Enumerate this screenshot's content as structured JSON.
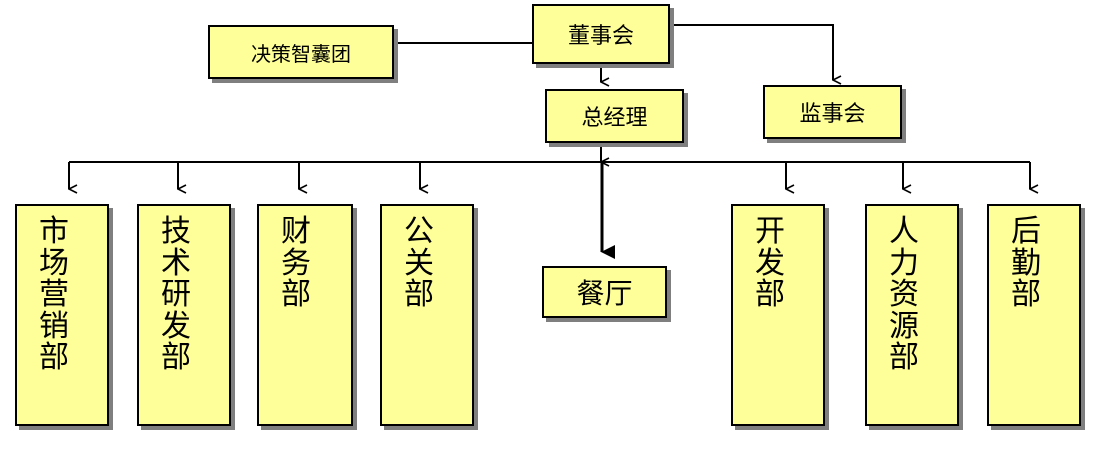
{
  "org_chart": {
    "board": "董事会",
    "think_tank": "决策智囊团",
    "general_manager": "总经理",
    "supervisory_board": "监事会",
    "canteen": "餐厅",
    "departments": [
      {
        "id": "marketing",
        "label": "市场营销部"
      },
      {
        "id": "tech-rd",
        "label": "技术研发部"
      },
      {
        "id": "finance",
        "label": "财务部"
      },
      {
        "id": "public-relations",
        "label": "公关部"
      },
      {
        "id": "development",
        "label": "开发部"
      },
      {
        "id": "human-resources",
        "label": "人力资源部"
      },
      {
        "id": "logistics",
        "label": "后勤部"
      }
    ]
  },
  "colors": {
    "box_fill": "#ffff99",
    "box_border": "#000000",
    "shadow": "#7f7f7f",
    "connector": "#000000"
  }
}
